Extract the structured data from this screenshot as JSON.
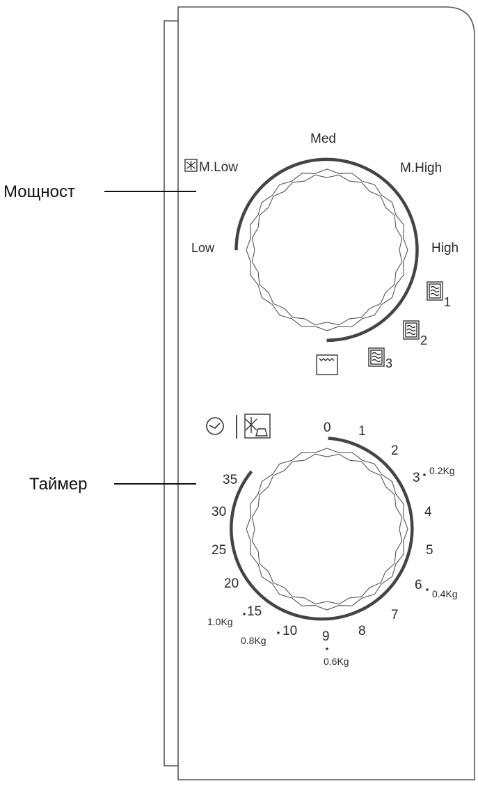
{
  "callouts": {
    "power": "Мощност",
    "timer": "Таймер"
  },
  "power_knob": {
    "levels": {
      "low": "Low",
      "m_low": "M.Low",
      "med": "Med",
      "m_high": "M.High",
      "high": "High"
    },
    "combi_1": "1",
    "combi_2": "2",
    "combi_3": "3",
    "icons": [
      "defrost-icon",
      "combi-wave-icon",
      "grill-icon"
    ]
  },
  "timer_knob": {
    "numbers": {
      "n0": "0",
      "n1": "1",
      "n2": "2",
      "n3": "3",
      "n4": "4",
      "n5": "5",
      "n6": "6",
      "n7": "7",
      "n8": "8",
      "n9": "9",
      "n10": "10",
      "n15": "15",
      "n20": "20",
      "n25": "25",
      "n30": "30",
      "n35": "35"
    },
    "weights": {
      "w02": "0.2Kg",
      "w04": "0.4Kg",
      "w06": "0.6Kg",
      "w08": "0.8Kg",
      "w10": "1.0Kg"
    },
    "icons": [
      "clock-icon",
      "weight-defrost-icon"
    ]
  }
}
